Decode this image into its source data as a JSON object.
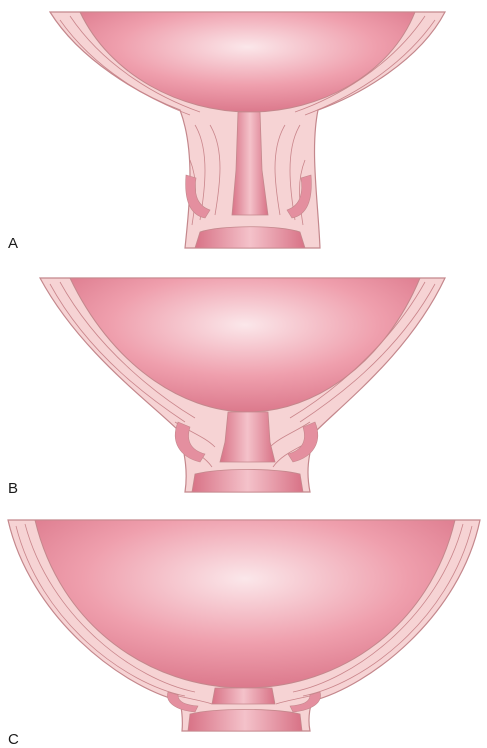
{
  "figure": {
    "panels": [
      {
        "label": "A"
      },
      {
        "label": "B"
      },
      {
        "label": "C"
      }
    ],
    "colors": {
      "tissue": "#f6d3d4",
      "tissue_outline": "#c4878c",
      "cavity_light": "#fbe7ea",
      "cavity_mid": "#ef9fad",
      "cavity_dark": "#d87286",
      "fiber": "#c9858b",
      "canal": "#e48f9f",
      "background": "#ffffff"
    }
  }
}
